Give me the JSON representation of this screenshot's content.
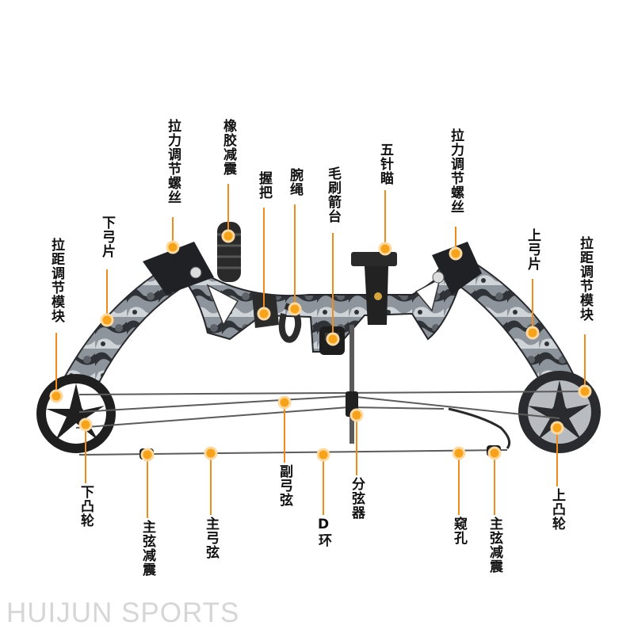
{
  "colors": {
    "accent": "#f7a21b",
    "leader": "#f08c1a",
    "camo_dark": "#2f3236",
    "camo_light": "#aeb4bb",
    "string": "#6c6c6c"
  },
  "watermark": "HUIJUN SPORTS",
  "labels": {
    "upper_draw_stop_screw_left": "拉力调节螺丝",
    "rubber_damper": "橡胶减震",
    "grip": "握把",
    "wrist_sling": "腕绳",
    "brush_arrow_rest": "毛刷箭台",
    "five_pin_sight": "五针瞄",
    "draw_weight_screw_right": "拉力调节螺丝",
    "lower_limb": "下弓片",
    "upper_limb": "上弓片",
    "draw_length_module_left": "拉距调节模块",
    "draw_length_module_right": "拉距调节模块",
    "lower_cam": "下凸轮",
    "main_string_damper_left": "主弦减震",
    "main_string": "主弓弦",
    "secondary_string": "副弓弦",
    "d_loop": "D环",
    "cable_slide": "分弦器",
    "peep_sight": "窥孔",
    "main_string_damper_right": "主弦减震",
    "upper_cam": "上凸轮"
  }
}
